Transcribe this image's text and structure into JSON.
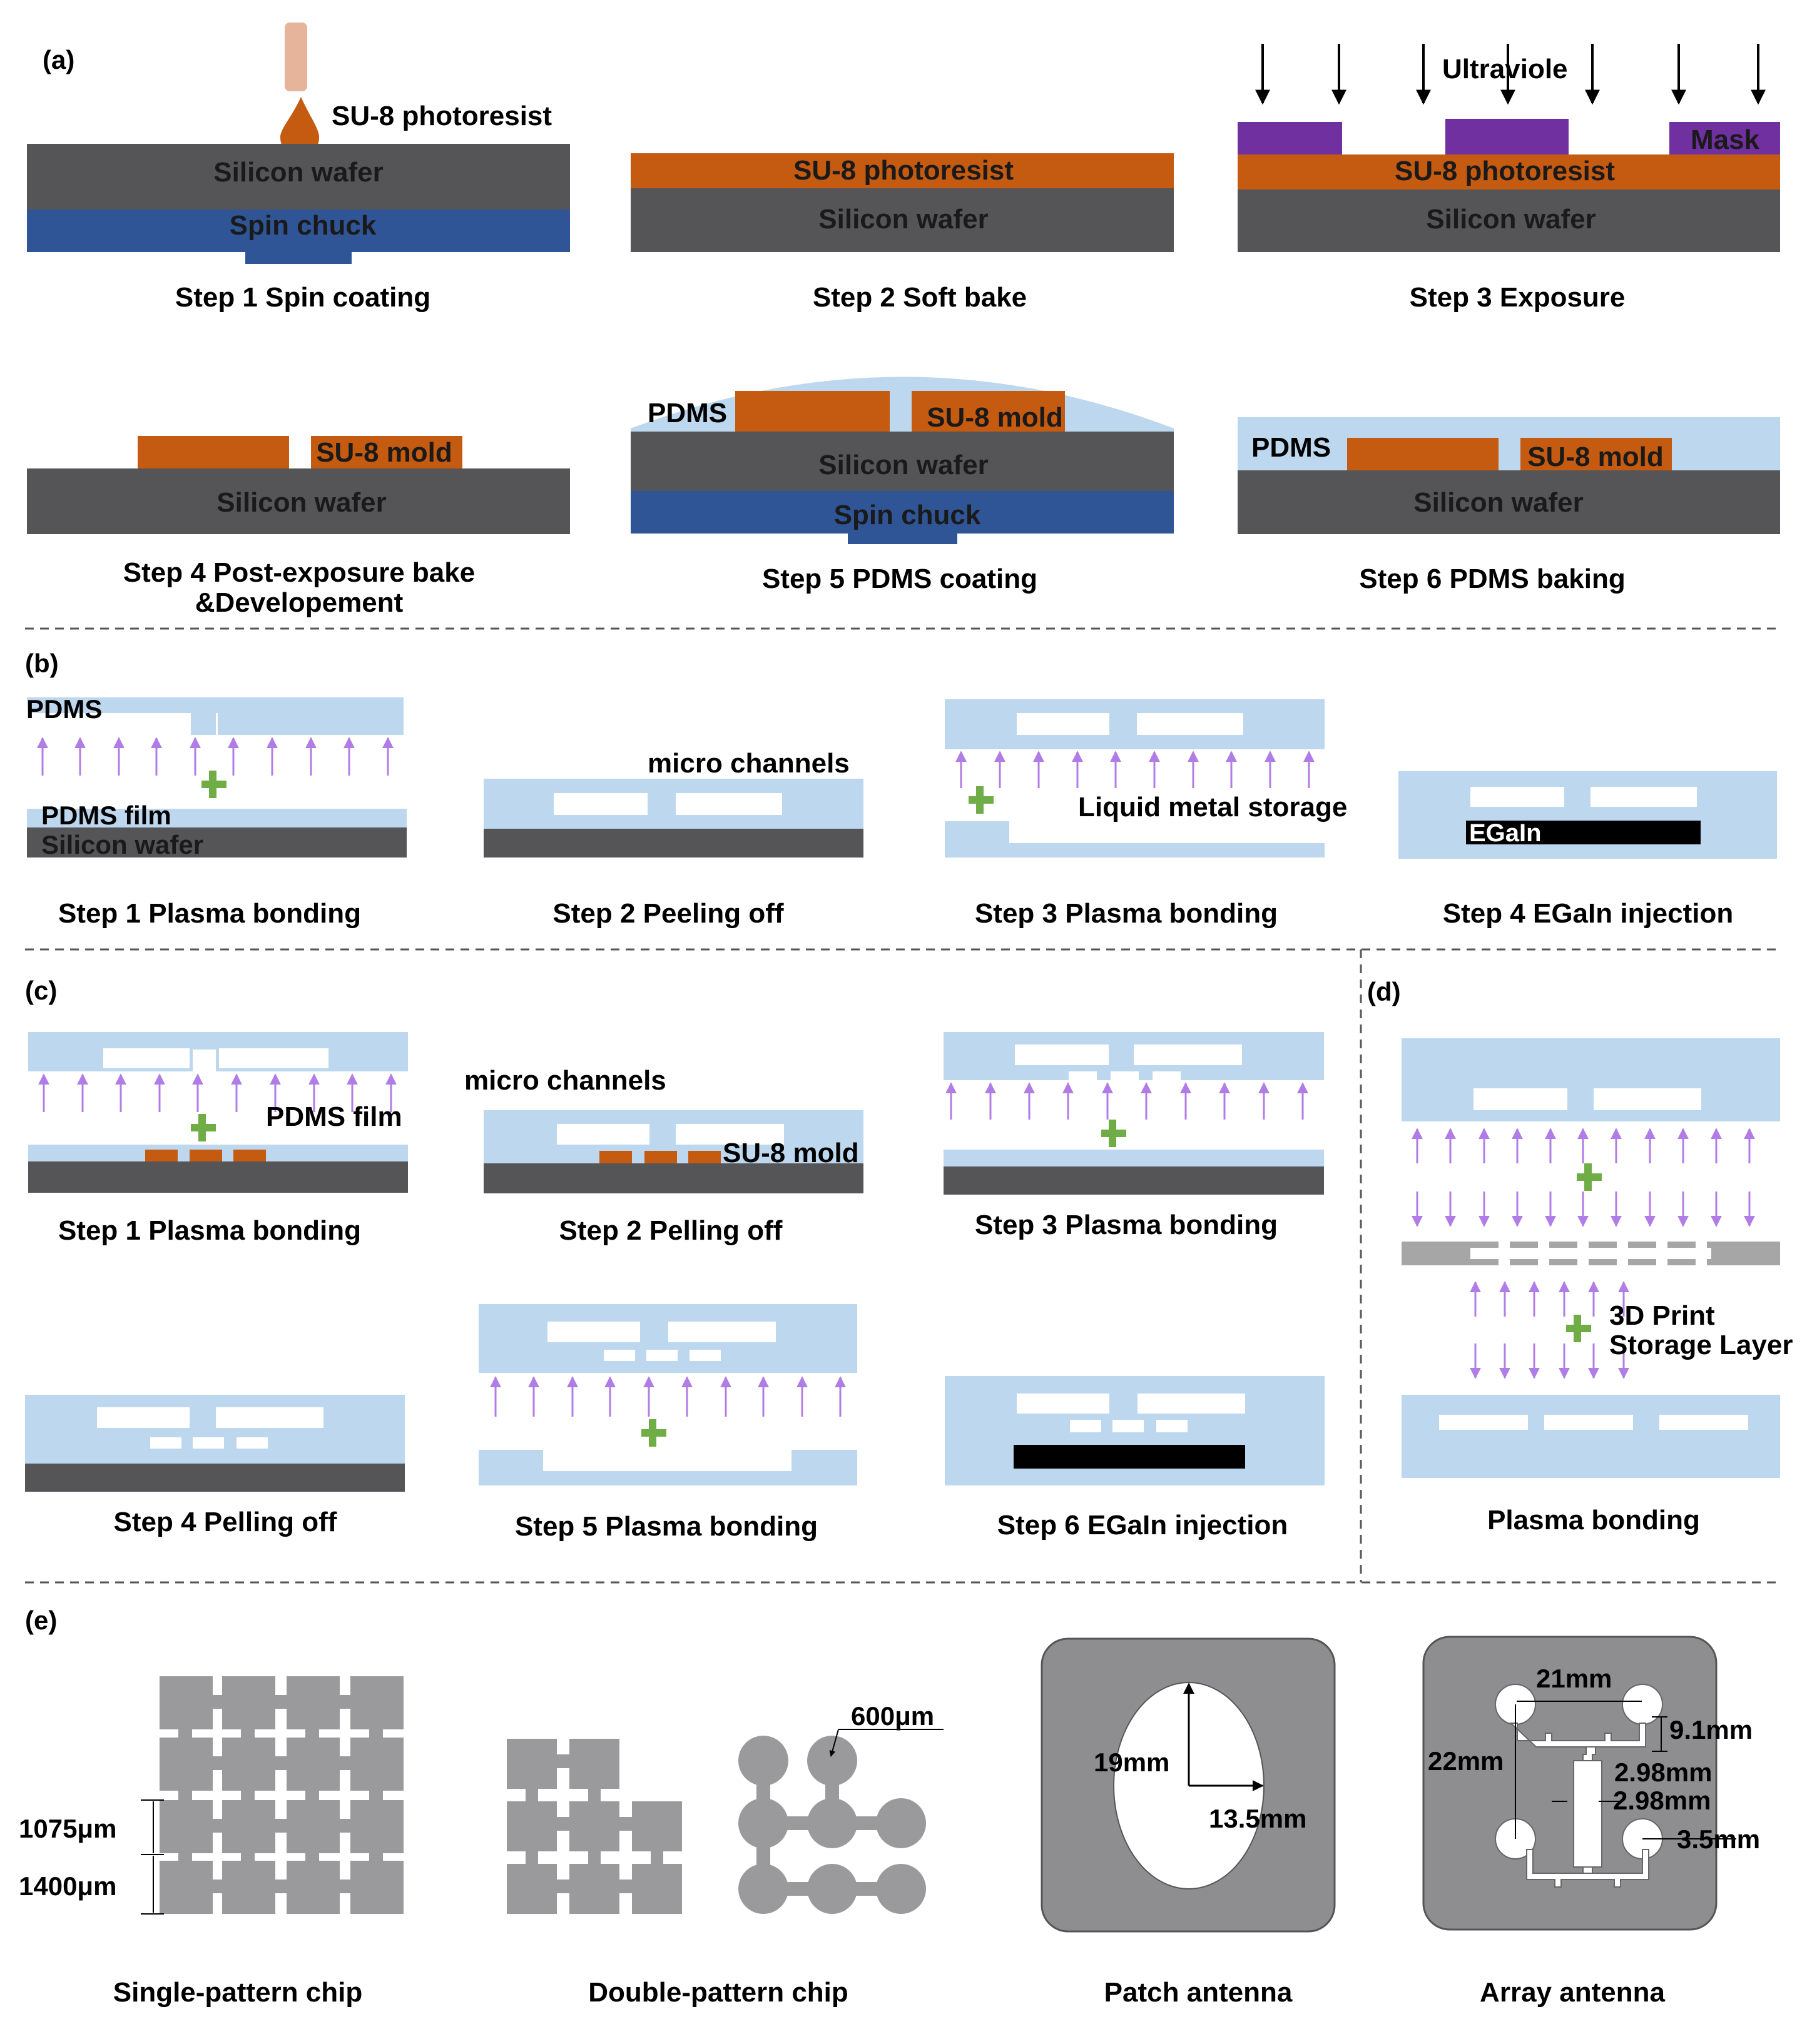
{
  "colors": {
    "silicon": "#555557",
    "chuck": "#2f5597",
    "su8": "#c55a11",
    "mask": "#7030a0",
    "pdms": "#bdd7ee",
    "arrow_purple": "#b07ce6",
    "plus_green": "#70ad47",
    "chip_gray": "#9a9a9d",
    "antenna_bg": "#8e8e91",
    "egain": "#000000"
  },
  "panel_a": {
    "label": "(a)",
    "step1": {
      "photoresist": "SU-8 photoresist",
      "wafer": "Silicon wafer",
      "chuck": "Spin chuck",
      "caption": "Step 1 Spin coating"
    },
    "step2": {
      "photoresist": "SU-8 photoresist",
      "wafer": "Silicon wafer",
      "caption": "Step 2 Soft bake"
    },
    "step3": {
      "uv": "Ultraviole",
      "mask": "Mask",
      "photoresist": "SU-8 photoresist",
      "wafer": "Silicon wafer",
      "caption": "Step 3 Exposure"
    },
    "step4": {
      "mold": "SU-8 mold",
      "wafer": "Silicon wafer",
      "caption_l1": "Step 4 Post-exposure bake",
      "caption_l2": "&Developement"
    },
    "step5": {
      "pdms": "PDMS",
      "mold": "SU-8 mold",
      "wafer": "Silicon wafer",
      "chuck": "Spin chuck",
      "caption": "Step 5 PDMS coating"
    },
    "step6": {
      "pdms": "PDMS",
      "mold": "SU-8 mold",
      "wafer": "Silicon wafer",
      "caption": "Step 6 PDMS baking"
    }
  },
  "panel_b": {
    "label": "(b)",
    "step1": {
      "pdms": "PDMS",
      "film": "PDMS film",
      "wafer": "Silicon wafer",
      "caption": "Step 1 Plasma bonding"
    },
    "step2": {
      "channels": "micro channels",
      "caption": "Step 2 Peeling off"
    },
    "step3": {
      "storage": "Liquid metal storage",
      "caption": "Step 3 Plasma bonding"
    },
    "step4": {
      "egain": "EGaIn",
      "caption": "Step 4 EGaIn injection"
    }
  },
  "panel_c": {
    "label": "(c)",
    "step1": {
      "film": "PDMS film",
      "caption": "Step 1 Plasma bonding"
    },
    "step2": {
      "channels": "micro channels",
      "mold": "SU-8 mold",
      "caption": "Step 2 Pelling off"
    },
    "step3": {
      "caption": "Step 3 Plasma bonding"
    },
    "step4": {
      "caption": "Step 4 Pelling off"
    },
    "step5": {
      "caption": "Step 5 Plasma bonding"
    },
    "step6": {
      "caption": "Step 6 EGaIn injection"
    }
  },
  "panel_d": {
    "label": "(d)",
    "print_l1": "3D Print",
    "print_l2": "Storage Layer",
    "caption": "Plasma bonding"
  },
  "panel_e": {
    "label": "(e)",
    "single": {
      "dim1": "1075μm",
      "dim2": "1400μm",
      "caption": "Single-pattern chip"
    },
    "double": {
      "dim": "600μm",
      "caption": "Double-pattern chip"
    },
    "patch": {
      "dim1": "19mm",
      "dim2": "13.5mm",
      "caption": "Patch antenna"
    },
    "array": {
      "dim1": "21mm",
      "dim2": "9.1mm",
      "dim3": "22mm",
      "dim4": "2.98mm",
      "dim5": "2.98mm",
      "dim6": "3.5mm",
      "caption": "Array antenna"
    }
  }
}
